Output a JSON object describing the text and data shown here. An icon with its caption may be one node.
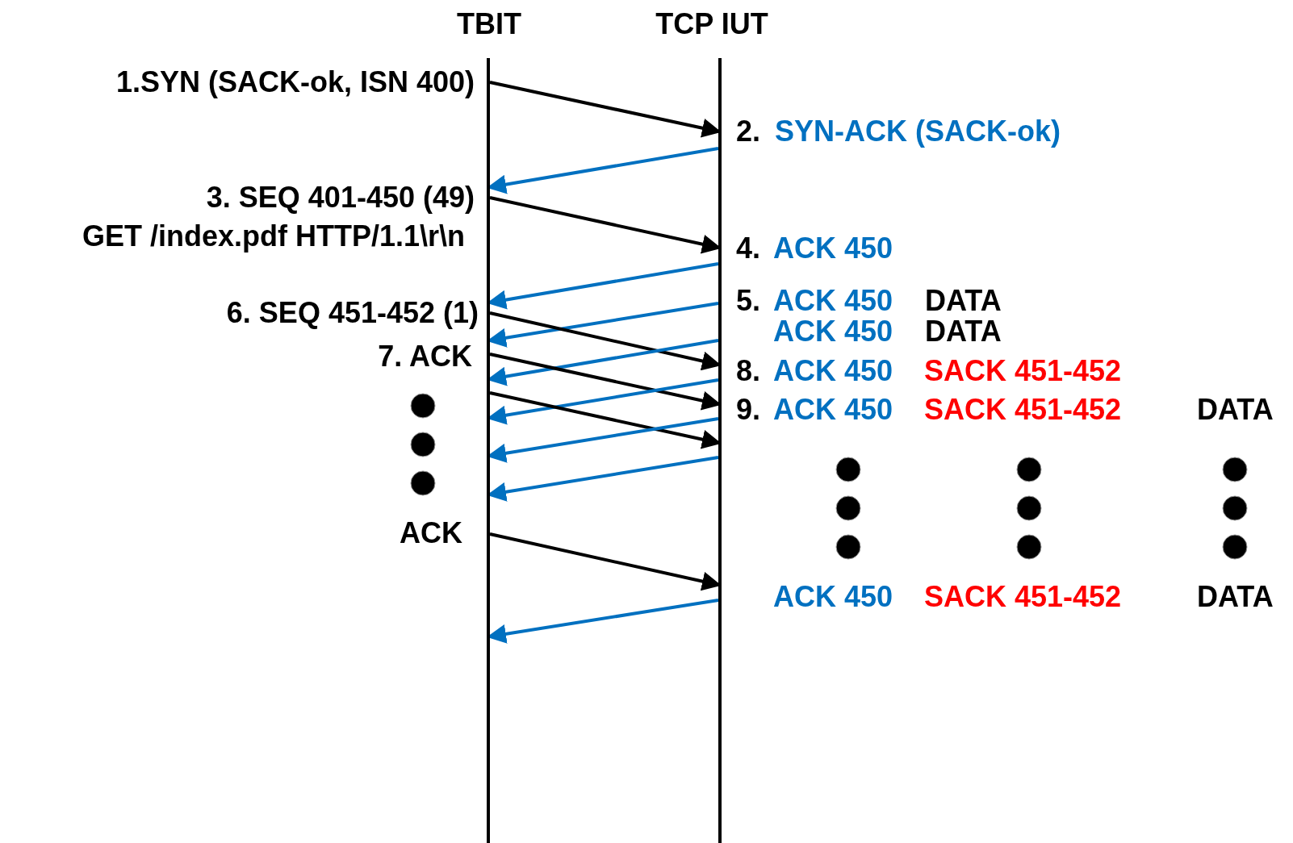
{
  "diagram": {
    "nodes": [
      {
        "text": [
          "TBIT"
        ]
      },
      {
        "text": [
          "TCP IUT"
        ]
      }
    ],
    "edges": [
      {
        "from": 0,
        "to": 1,
        "arrow": "to",
        "color": "#000000"
      },
      {
        "from": 1,
        "to": 0,
        "arrow": "to"
      },
      {
        "from": 0,
        "to": 1,
        "arrow": "to",
        "color": "#000000"
      },
      {
        "from": 1,
        "to": 0,
        "arrow": "to"
      },
      {
        "from": 1,
        "to": 0,
        "arrow": "to"
      },
      {
        "from": 0,
        "to": 1,
        "arrow": "to",
        "color": "#000000"
      },
      {
        "from": 1,
        "to": 0,
        "arrow": "to"
      },
      {
        "from": 0,
        "to": 1,
        "arrow": "to",
        "color": "#000000"
      },
      {
        "from": 1,
        "to": 0,
        "arrow": "to"
      },
      {
        "from": 0,
        "to": 1,
        "arrow": "to",
        "color": "#000000"
      },
      {
        "from": 1,
        "to": 0,
        "arrow": "to"
      },
      {
        "from": 1,
        "to": 0,
        "arrow": "to"
      },
      {
        "from": 0,
        "to": 1,
        "arrow": "to",
        "color": "#000000"
      },
      {
        "from": 1,
        "to": 0,
        "arrow": "to"
      }
    ],
    "labels": [
      "1.SYN (SACK-ok, ISN 400)",
      "2.",
      "SYN-ACK (SACK-ok)",
      "3. SEQ 401-450 (49)",
      "GET /index.pdf HTTP/1.1\\r\\n",
      "4.",
      "ACK 450",
      "5.",
      "ACK 450",
      "DATA",
      "6. SEQ 451-452 (1)",
      "ACK 450",
      "DATA",
      "7. ACK",
      "8.",
      "ACK 450",
      "SACK 451-452",
      "9.",
      "ACK 450",
      "SACK 451-452",
      "DATA",
      "ACK",
      "ACK 450",
      "SACK 451-452",
      "DATA"
    ]
  }
}
